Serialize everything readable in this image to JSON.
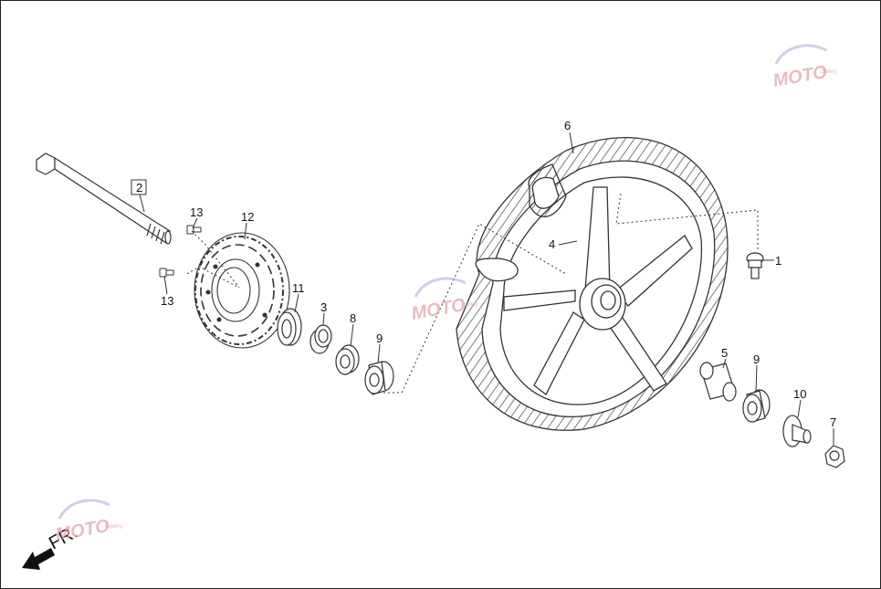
{
  "diagram": {
    "callouts": [
      {
        "id": "part-2",
        "label": "2",
        "boxed": true
      },
      {
        "id": "part-13a",
        "label": "13"
      },
      {
        "id": "part-13b",
        "label": "13"
      },
      {
        "id": "part-12",
        "label": "12"
      },
      {
        "id": "part-11",
        "label": "11"
      },
      {
        "id": "part-3",
        "label": "3"
      },
      {
        "id": "part-8",
        "label": "8"
      },
      {
        "id": "part-9a",
        "label": "9"
      },
      {
        "id": "part-6",
        "label": "6"
      },
      {
        "id": "part-4",
        "label": "4"
      },
      {
        "id": "part-1",
        "label": "1"
      },
      {
        "id": "part-5",
        "label": "5"
      },
      {
        "id": "part-9b",
        "label": "9"
      },
      {
        "id": "part-10",
        "label": "10"
      },
      {
        "id": "part-7",
        "label": "7"
      }
    ],
    "direction_label": "FR.",
    "watermark": {
      "brand": "MOTO",
      "sub": "Gallery"
    }
  },
  "colors": {
    "line": "#333333",
    "watermark": "#e0a6ad",
    "watermark_blue": "#a8b4d8"
  }
}
